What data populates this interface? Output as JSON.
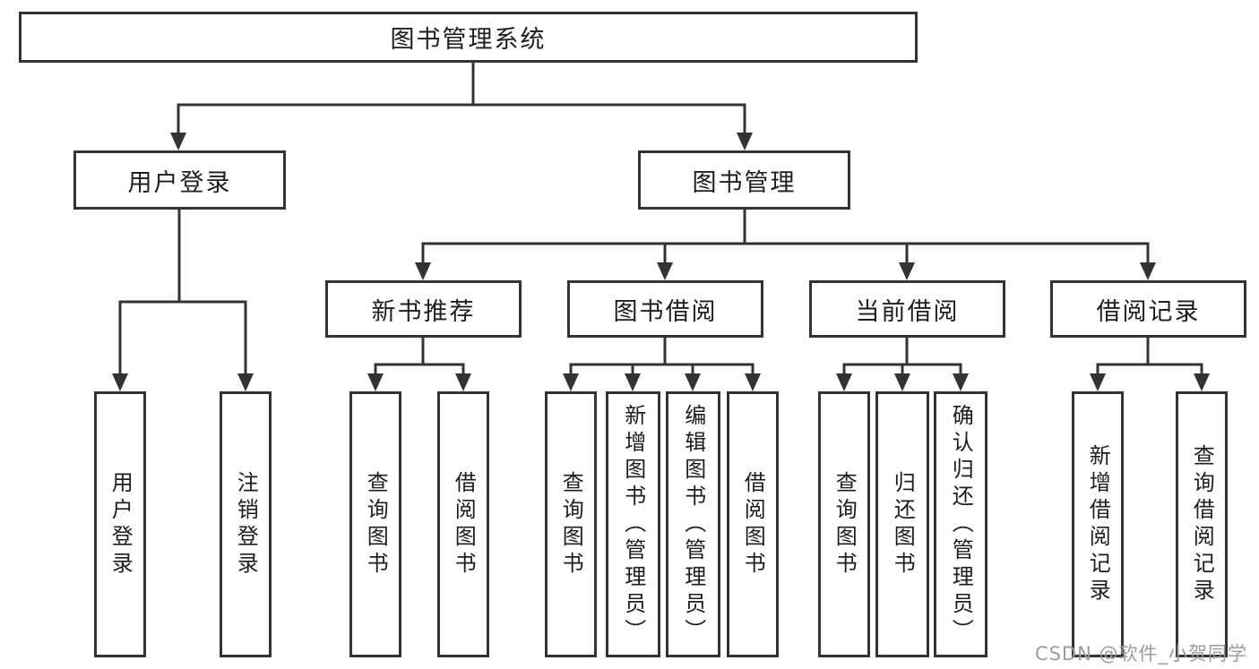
{
  "diagram": {
    "title": "图书管理系统",
    "root": {
      "label": "图书管理系统"
    },
    "branches": [
      {
        "label": "用户登录",
        "children": [
          {
            "label": "用户登录"
          },
          {
            "label": "注销登录"
          }
        ]
      },
      {
        "label": "图书管理",
        "groups": [
          {
            "label": "新书推荐",
            "children": [
              {
                "label": "查询图书"
              },
              {
                "label": "借阅图书"
              }
            ]
          },
          {
            "label": "图书借阅",
            "children": [
              {
                "label": "查询图书"
              },
              {
                "label": "新增图书（管理员）"
              },
              {
                "label": "编辑图书（管理员）"
              },
              {
                "label": "借阅图书"
              }
            ]
          },
          {
            "label": "当前借阅",
            "children": [
              {
                "label": "查询图书"
              },
              {
                "label": "归还图书"
              },
              {
                "label": "确认归还（管理员）"
              }
            ]
          },
          {
            "label": "借阅记录",
            "children": [
              {
                "label": "新增借阅记录"
              },
              {
                "label": "查询借阅记录"
              }
            ]
          }
        ]
      }
    ]
  },
  "colors": {
    "line": "#333333",
    "text": "#1d1d1d",
    "background": "#ffffff",
    "watermark": "#9b9b9b"
  },
  "watermark": {
    "text": "CSDN @软件_小贺同学"
  }
}
